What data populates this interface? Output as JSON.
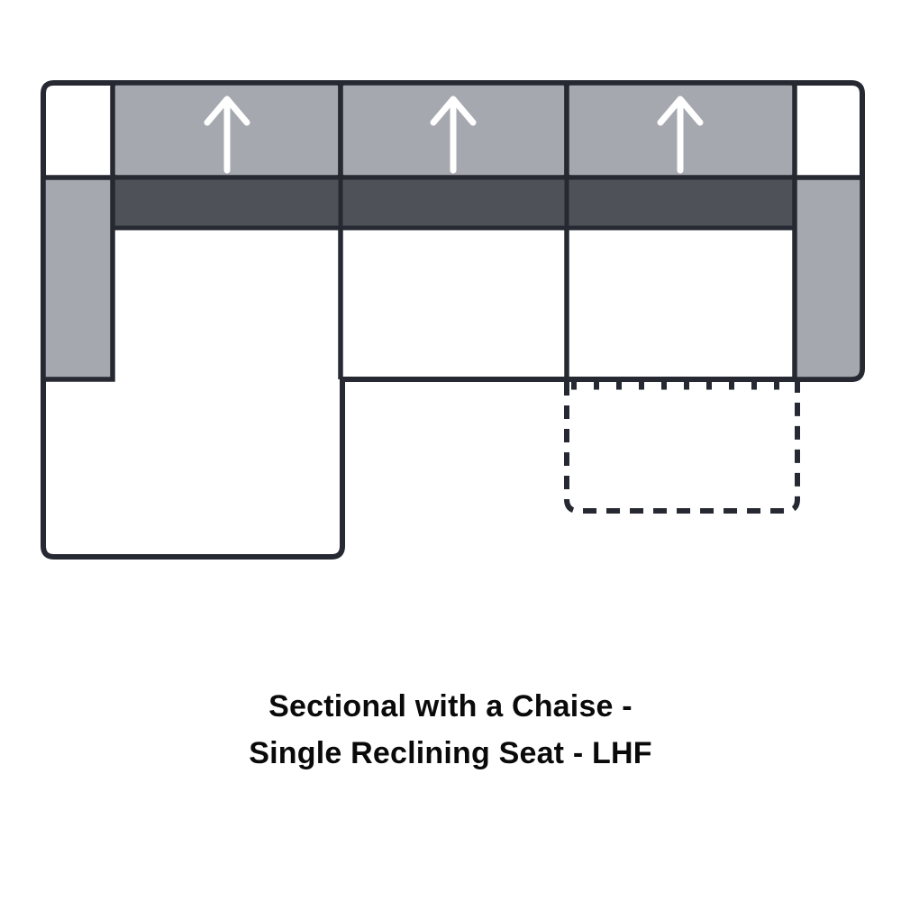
{
  "caption": {
    "line1": "Sectional with a Chaise -",
    "line2": "Single Reclining Seat - LHF"
  },
  "diagram": {
    "type": "sectional-sofa-floorplan",
    "orientation": "LHF",
    "back_cushion_count": 3,
    "arrow_icon_meaning": "seat-facing-direction-up",
    "dashed_box_meaning": "reclining-seat-footrest-extension"
  },
  "colors": {
    "outline": "#262932",
    "upholstery_gray": "#a5a8ae",
    "band_dark": "#4e5157",
    "seat_white": "#ffffff",
    "arrow_white": "#ffffff",
    "caption_text": "#0a0a0a",
    "page_bg": "#ffffff"
  }
}
